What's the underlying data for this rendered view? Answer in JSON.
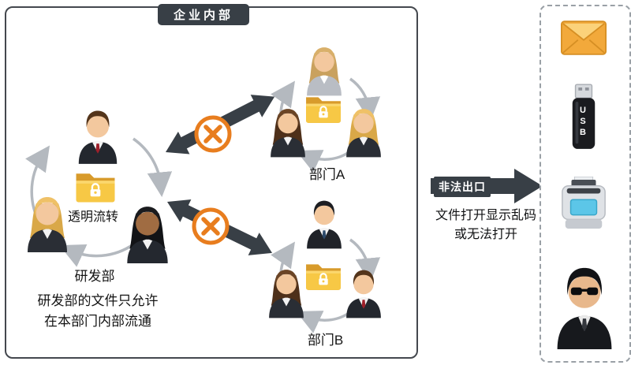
{
  "colors": {
    "dark_slate": "#383f46",
    "prohibit_orange": "#e87d1e",
    "folder_yellow": "#f7c845",
    "arrow_gray": "#b4b9bf"
  },
  "enterprise": {
    "title": "企业内部",
    "rnd_department": {
      "circulation_label": "透明流转",
      "name": "研发部",
      "note_line1": "研发部的文件只允许",
      "note_line2": "在本部门内部流通"
    },
    "department_a": {
      "name": "部门A"
    },
    "department_b": {
      "name": "部门B"
    }
  },
  "illegal_export": {
    "arrow_label": "非法出口",
    "result_line1": "文件打开显示乱码",
    "result_line2": "或无法打开"
  },
  "leak_channels": {
    "usb_label": "USB",
    "icons": [
      "email-icon",
      "usb-drive-icon",
      "printer-icon",
      "insider-icon"
    ]
  }
}
